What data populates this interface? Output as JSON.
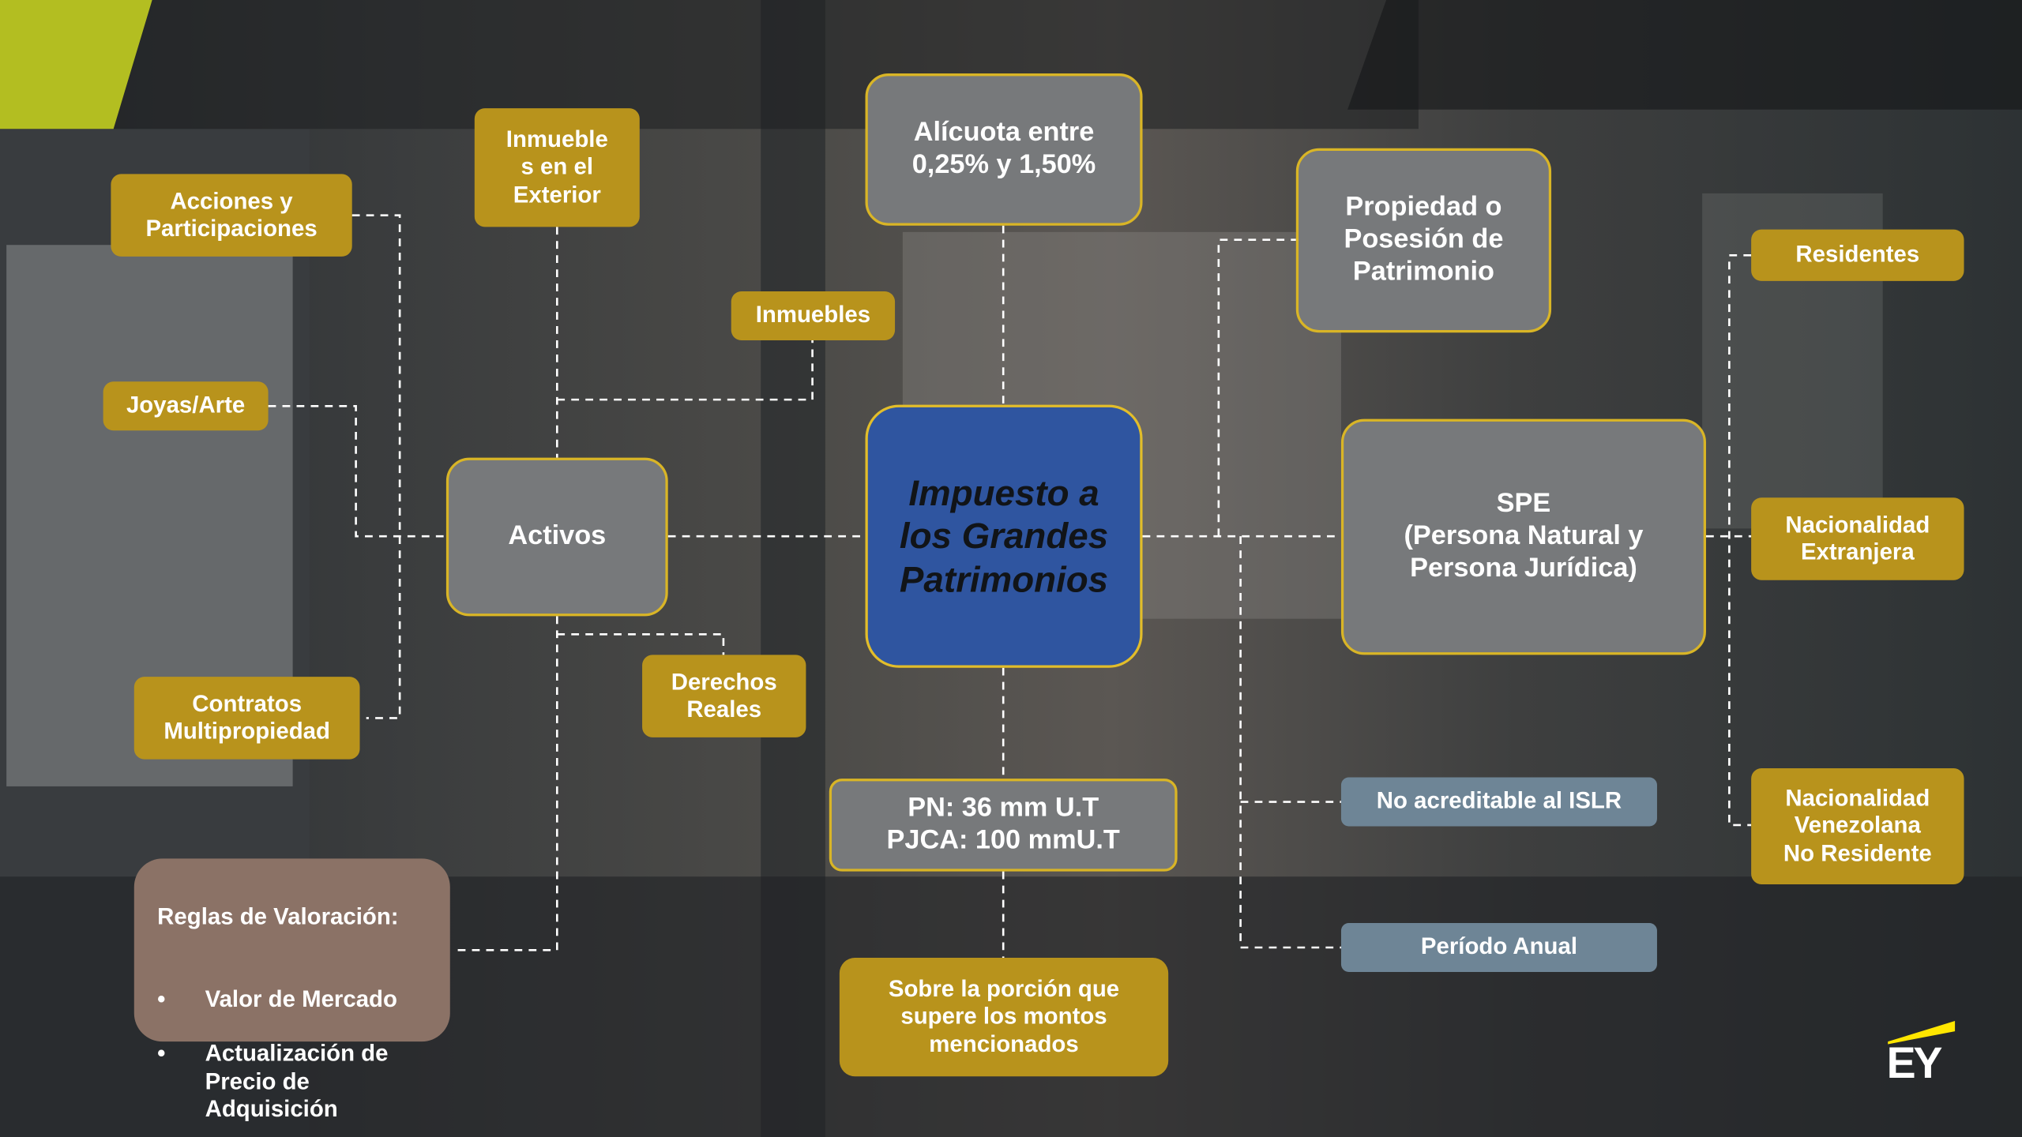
{
  "diagram": {
    "center": "Impuesto a\nlos Grandes\nPatrimonios",
    "alicuota": "Alícuota entre\n0,25% y 1,50%",
    "propiedad": "Propiedad o\nPosesión de\nPatrimonio",
    "spe": "SPE\n(Persona Natural y\nPersona Jurídica)",
    "activos": "Activos",
    "umbral": "PN: 36 mm U.T\nPJCA: 100 mmU.T",
    "sobre_porcion": "Sobre la porción que\nsupere los montos\nmencionados",
    "inmuebles_exterior": "Inmueble\ns en el\nExterior",
    "acciones": "Acciones y\nParticipaciones",
    "inmuebles": "Inmuebles",
    "joyas": "Joyas/Arte",
    "derechos_reales": "Derechos\nReales",
    "contratos": "Contratos\nMultipropiedad",
    "residentes": "Residentes",
    "nacionalidad_extranjera": "Nacionalidad\nExtranjera",
    "nacionalidad_venezolana": "Nacionalidad\nVenezolana\nNo Residente",
    "no_acreditable": "No acreditable al ISLR",
    "periodo_anual": "Período Anual",
    "reglas": {
      "title": "Reglas de Valoración:",
      "items": [
        "Valor de Mercado",
        "Actualización de\nPrecio de\nAdquisición"
      ]
    }
  },
  "brand": {
    "logo_text": "EY"
  },
  "colors": {
    "gold": "#b8931c",
    "grey": "#77797b",
    "blue": "#2f55a0",
    "slate": "#6e8596",
    "rule": "#8b7266",
    "accent_yellow": "#ffe600"
  }
}
